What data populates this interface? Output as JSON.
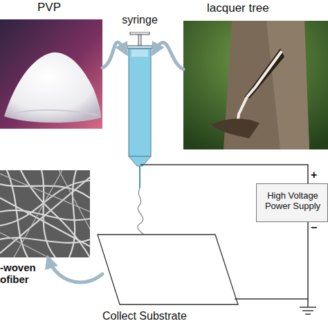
{
  "diagram": {
    "nodes": [
      {
        "text": [
          "PVP"
        ]
      },
      {
        "text": [
          "lacquer tree"
        ]
      },
      {
        "text": [
          "syringe"
        ]
      },
      {
        "text": [
          "-woven ofiber"
        ]
      },
      {
        "text": [
          "Collect Substrate"
        ]
      },
      {
        "text": [
          "High Voltage Power Supply"
        ]
      }
    ],
    "edges": [
      {
        "from": 0,
        "to": 2,
        "arrow": "to"
      },
      {
        "from": 1,
        "to": 2,
        "arrow": "to"
      },
      {
        "from": 5,
        "to": 2,
        "arrow": "none"
      },
      {
        "from": 5,
        "to": 4,
        "arrow": "none"
      },
      {
        "from": 4,
        "to": 3,
        "arrow": "to"
      }
    ],
    "labels": [
      "+",
      "−"
    ]
  }
}
